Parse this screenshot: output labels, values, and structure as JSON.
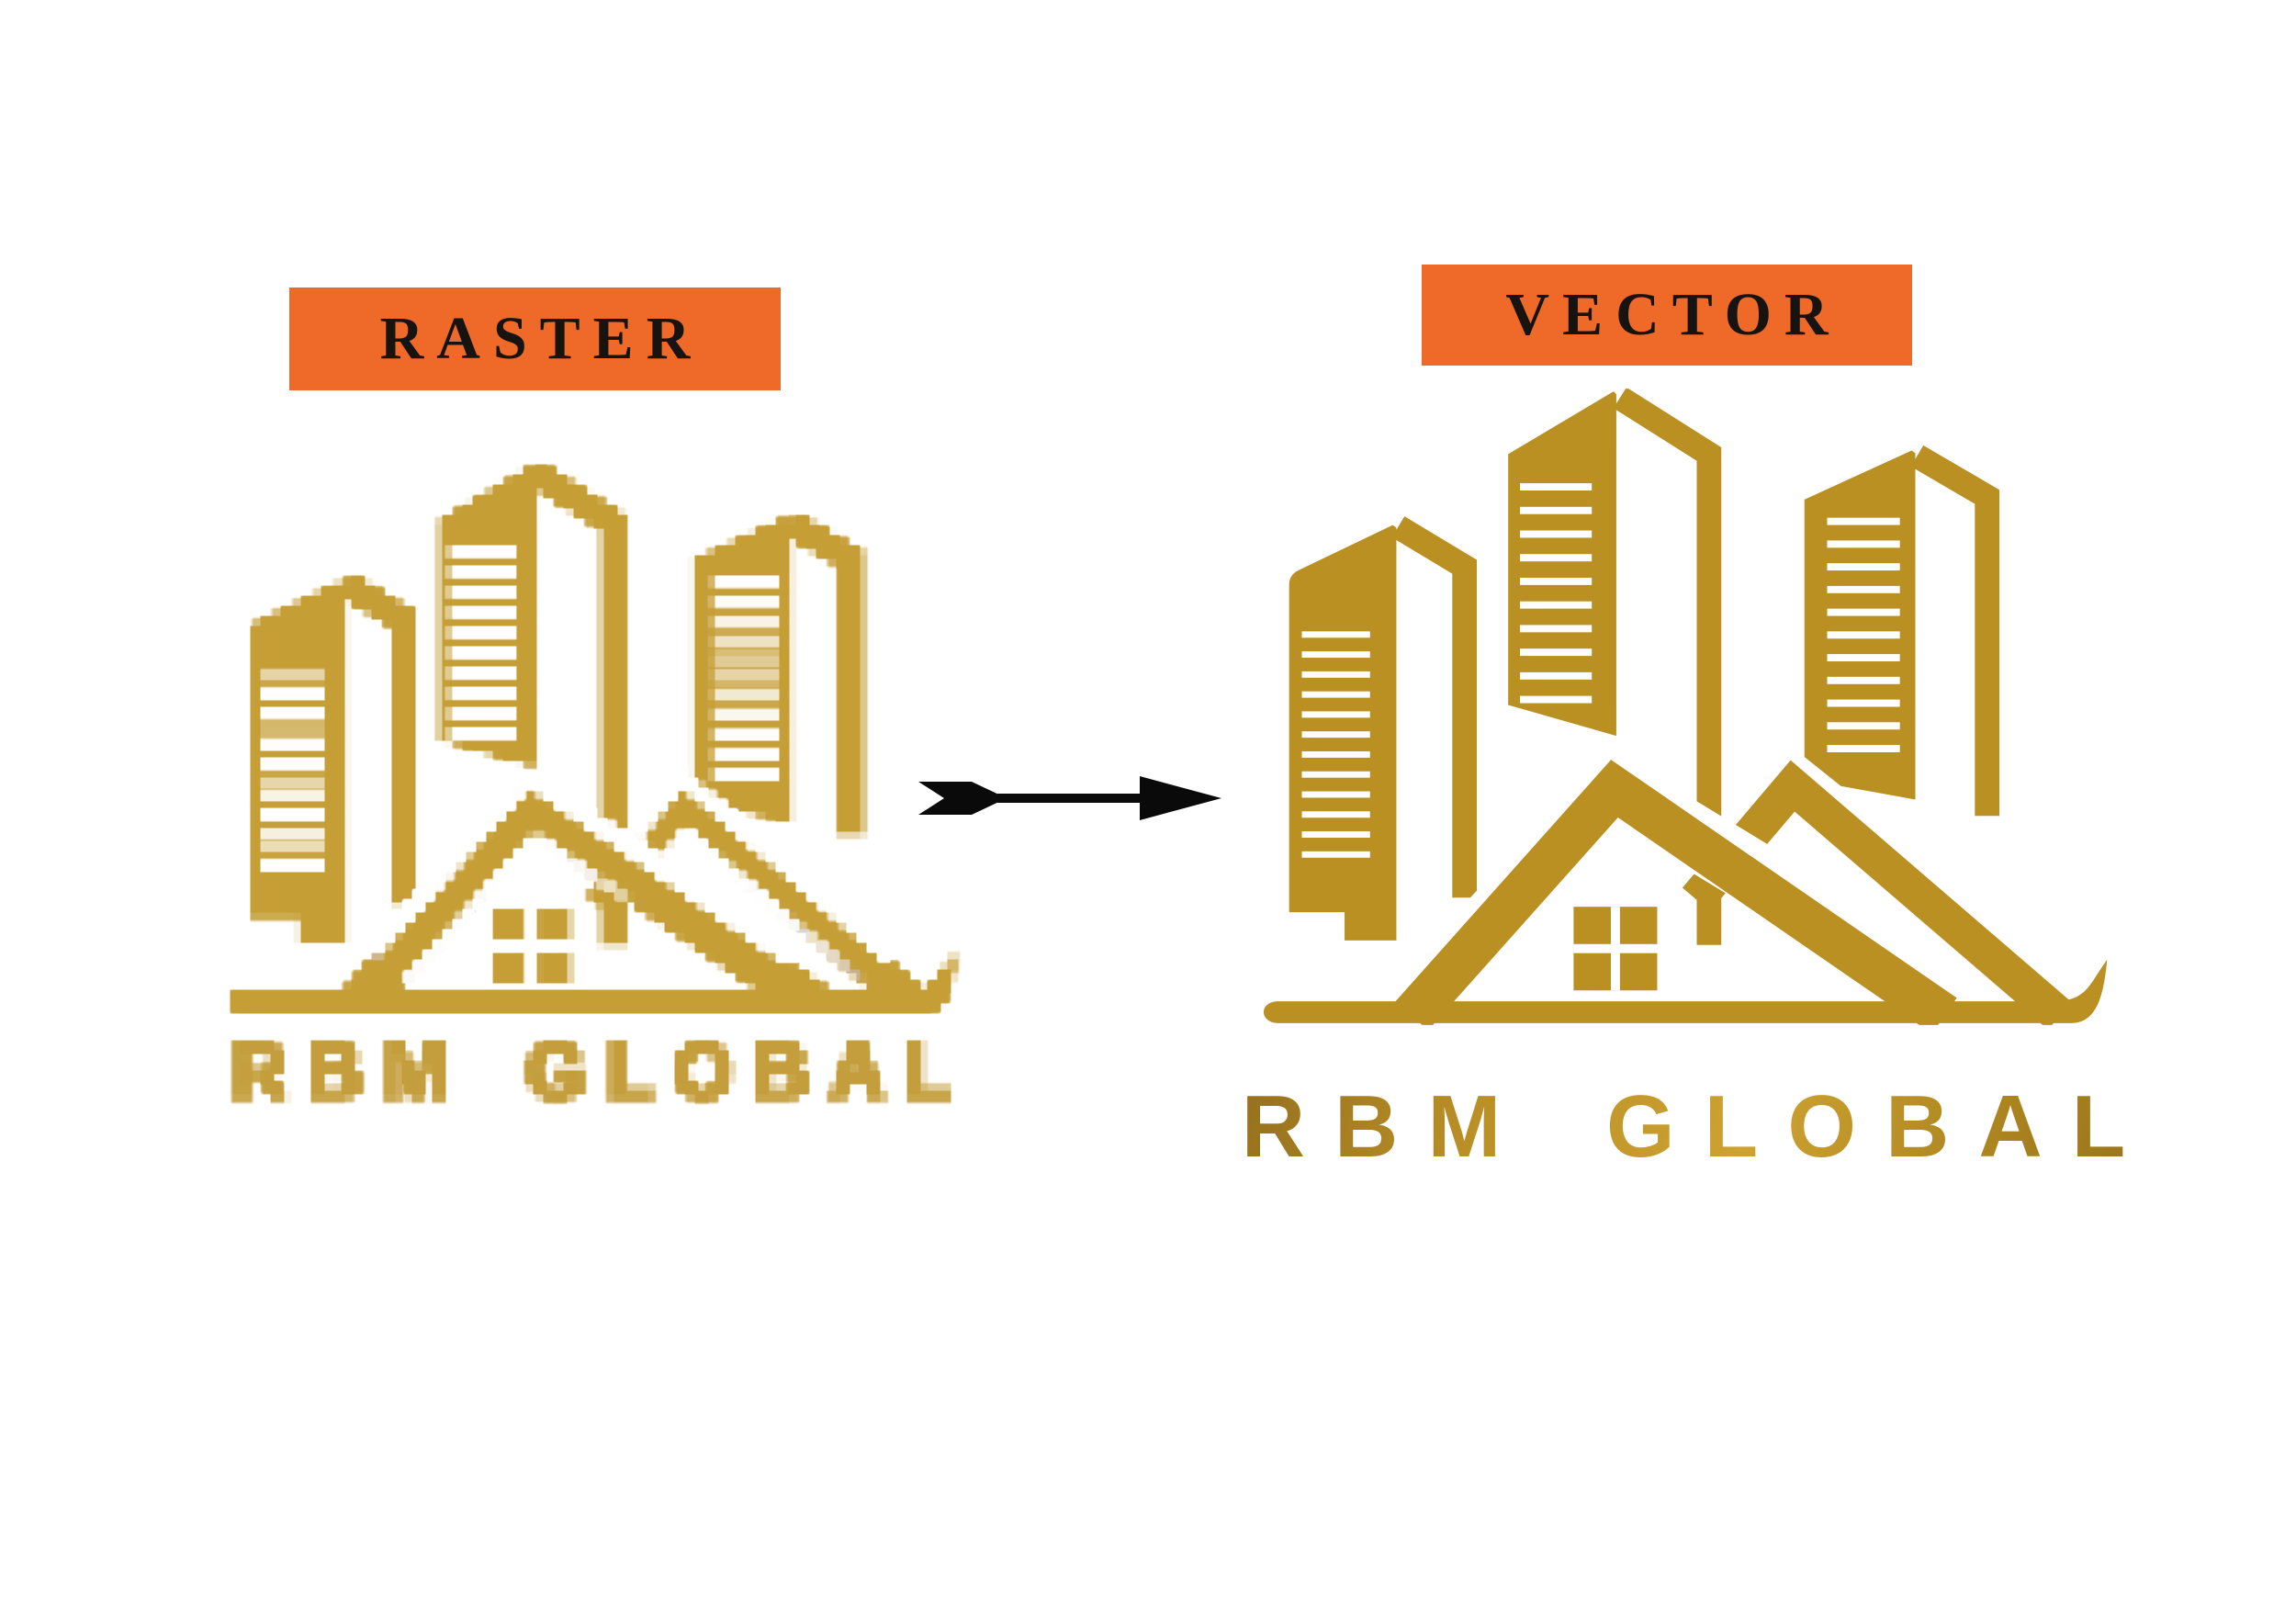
{
  "title": "Raster to vector logo conversion comparison",
  "colors": {
    "background": "#ffffff",
    "label_background": "#EF6A28",
    "label_text": "#171310",
    "raster_gold": "#C59E36",
    "vector_gold": "#BA9023",
    "arrow_black": "#0a0a0a"
  },
  "raster_panel": {
    "label": "RASTER",
    "wordmark": "RBM GLOBAL"
  },
  "vector_panel": {
    "label": "VECTOR",
    "wordmark": "RBM GLOBAL"
  },
  "logo": {
    "company": "RBM GLOBAL",
    "icon": "three-gold-towers-with-roof-window-and-baseline"
  },
  "arrow": {
    "icon": "arrow-right-icon",
    "direction": "right"
  }
}
